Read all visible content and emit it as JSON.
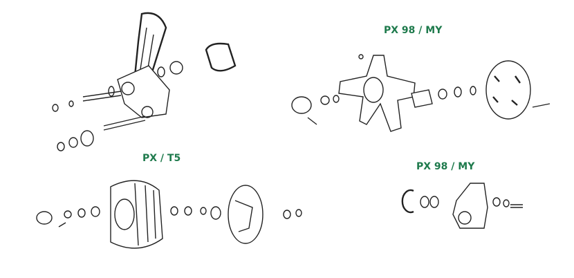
{
  "labels": {
    "top_right": "PX 98 / MY",
    "bottom_left": "PX / T5",
    "bottom_right": "PX 98 / MY"
  },
  "colors": {
    "label": "#1e7a4c",
    "line": "#222222"
  }
}
